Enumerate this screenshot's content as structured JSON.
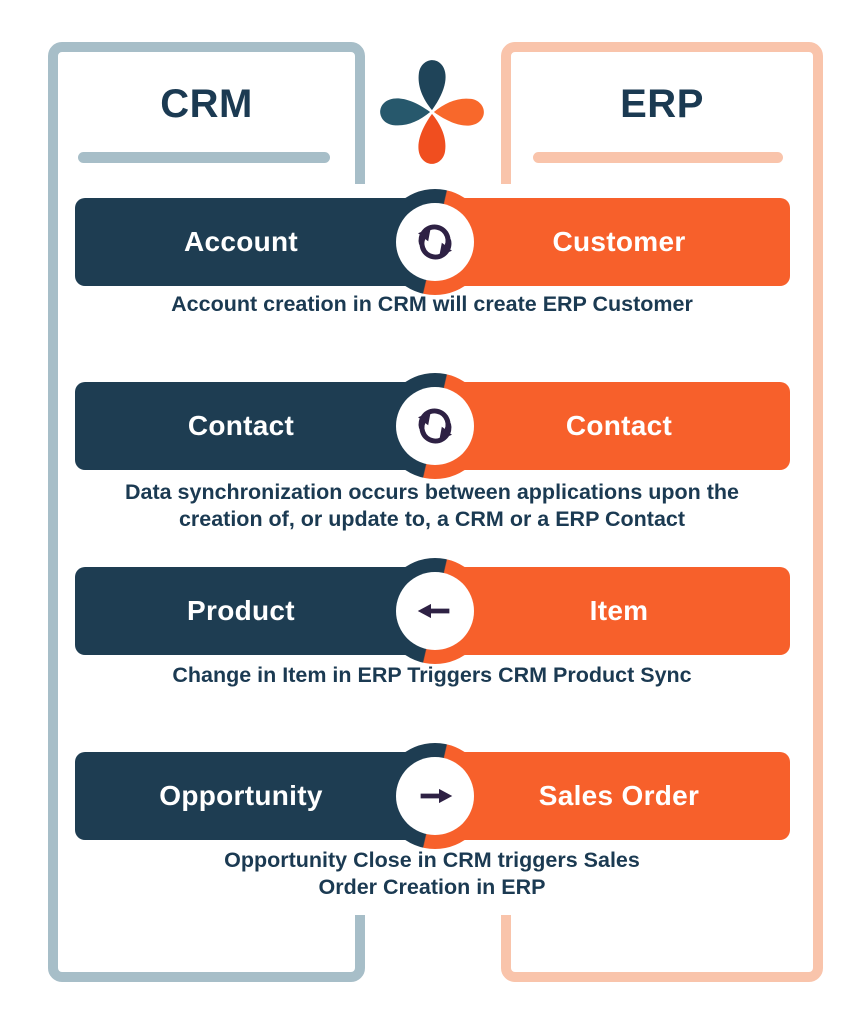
{
  "diagram": {
    "title_left": "CRM",
    "title_right": "ERP",
    "logo": {
      "name": "sync-pinwheel-logo"
    },
    "rows": [
      {
        "crm_label": "Account",
        "erp_label": "Customer",
        "icon": "sync",
        "caption_lines": [
          "Account creation in CRM will create ERP Customer"
        ]
      },
      {
        "crm_label": "Contact",
        "erp_label": "Contact",
        "icon": "sync",
        "caption_lines": [
          "Data synchronization occurs between applications upon the",
          "creation of,  or update to, a CRM or a ERP Contact"
        ]
      },
      {
        "crm_label": "Product",
        "erp_label": "Item",
        "icon": "arrow-left",
        "caption_lines": [
          "Change in Item in ERP Triggers CRM Product Sync"
        ]
      },
      {
        "crm_label": "Opportunity",
        "erp_label": "Sales Order",
        "icon": "arrow-right",
        "caption_lines": [
          "Opportunity Close in CRM triggers Sales",
          "Order Creation in ERP"
        ]
      }
    ],
    "colors": {
      "crm_bar": "#1E3D52",
      "erp_bar": "#F7602B",
      "crm_frame": "#A7BEC8",
      "erp_frame": "#F9C4AB",
      "icon_glyph": "#2E2144",
      "heading_text": "#1B3A52",
      "bar_text": "#FFFFFF",
      "logo_teal_dark": "#1F4459",
      "logo_teal_light": "#27586C",
      "logo_orange": "#F8682B",
      "logo_orange_deep": "#F04E1F",
      "background": "#FFFFFF"
    }
  }
}
